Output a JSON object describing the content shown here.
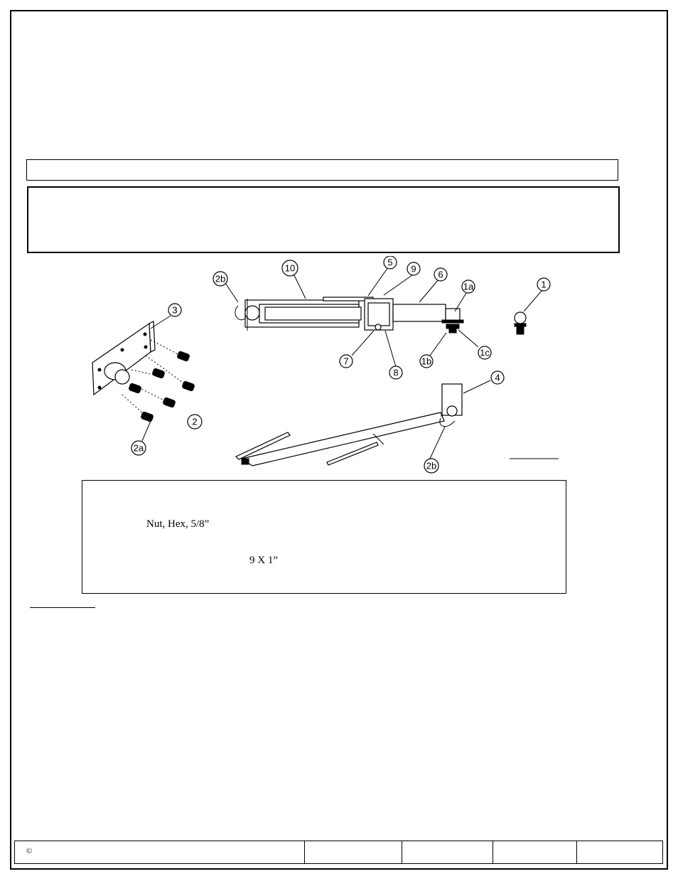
{
  "doc": {
    "callouts": [
      "1",
      "1a",
      "1b",
      "1c",
      "2",
      "2a",
      "2b",
      "3",
      "4",
      "5",
      "6",
      "7",
      "8",
      "9",
      "10"
    ],
    "callout_2b_second": "2b",
    "parts": {
      "line1": "Nut, Hex, 5/8”",
      "line2": "9 X 1”"
    },
    "footer": {
      "copyright": "©"
    }
  }
}
